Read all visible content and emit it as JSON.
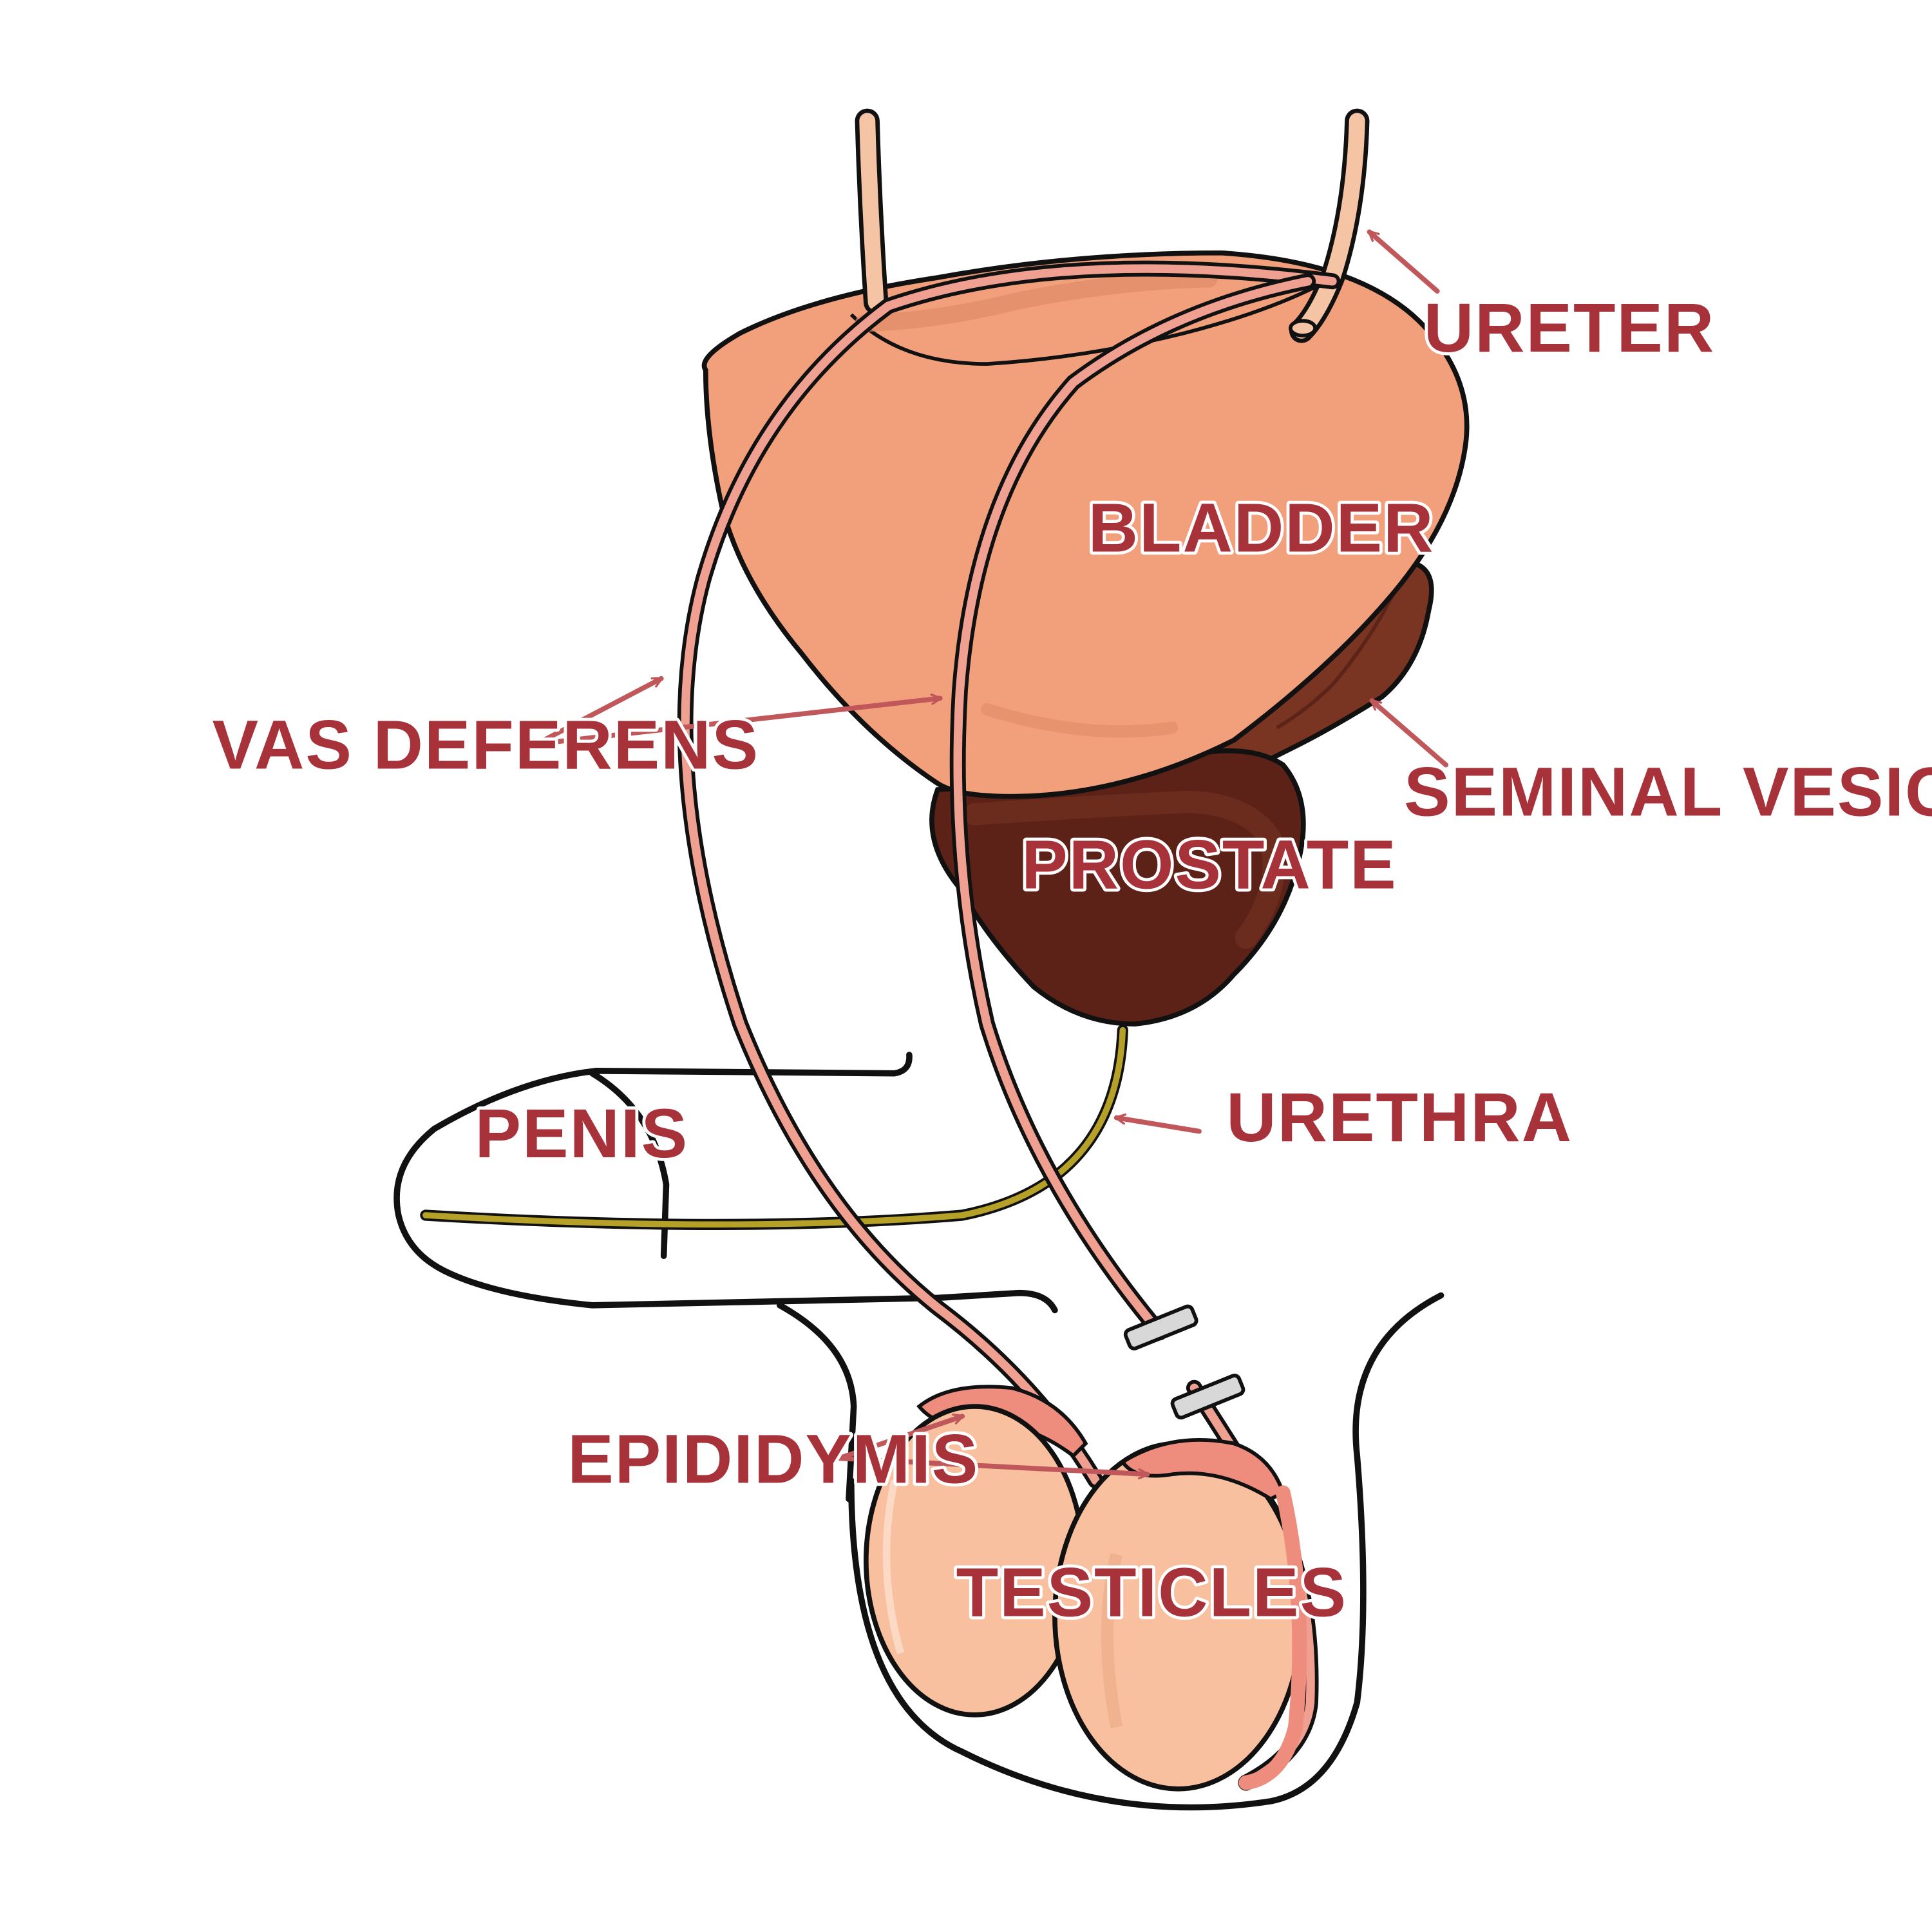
{
  "colors": {
    "label": "#a8323a",
    "arrow": "#c0575a",
    "bladder": "#f2a07c",
    "bladder_shadow": "#e08a66",
    "ureter": "#f5c4a4",
    "vas": "#f0a090",
    "seminal_vesicle": "#7a3422",
    "prostate": "#5c2218",
    "urethra": "#b5a028",
    "testicle": "#f8c09e",
    "testicle_shadow": "#ecaa86",
    "epididymis": "#ee8d7e",
    "clamp": "#d8d8d8",
    "outline": "#111111"
  },
  "labels": {
    "ureter": "URETER",
    "bladder": "BLADDER",
    "vas_deferens": "VAS DEFERENS",
    "seminal_vesicle": "SEMINAL VESICLE",
    "prostate": "PROSTATE",
    "urethra": "URETHRA",
    "penis": "PENIS",
    "epididymis": "EPIDIDYMIS",
    "testicles": "TESTICLES"
  }
}
